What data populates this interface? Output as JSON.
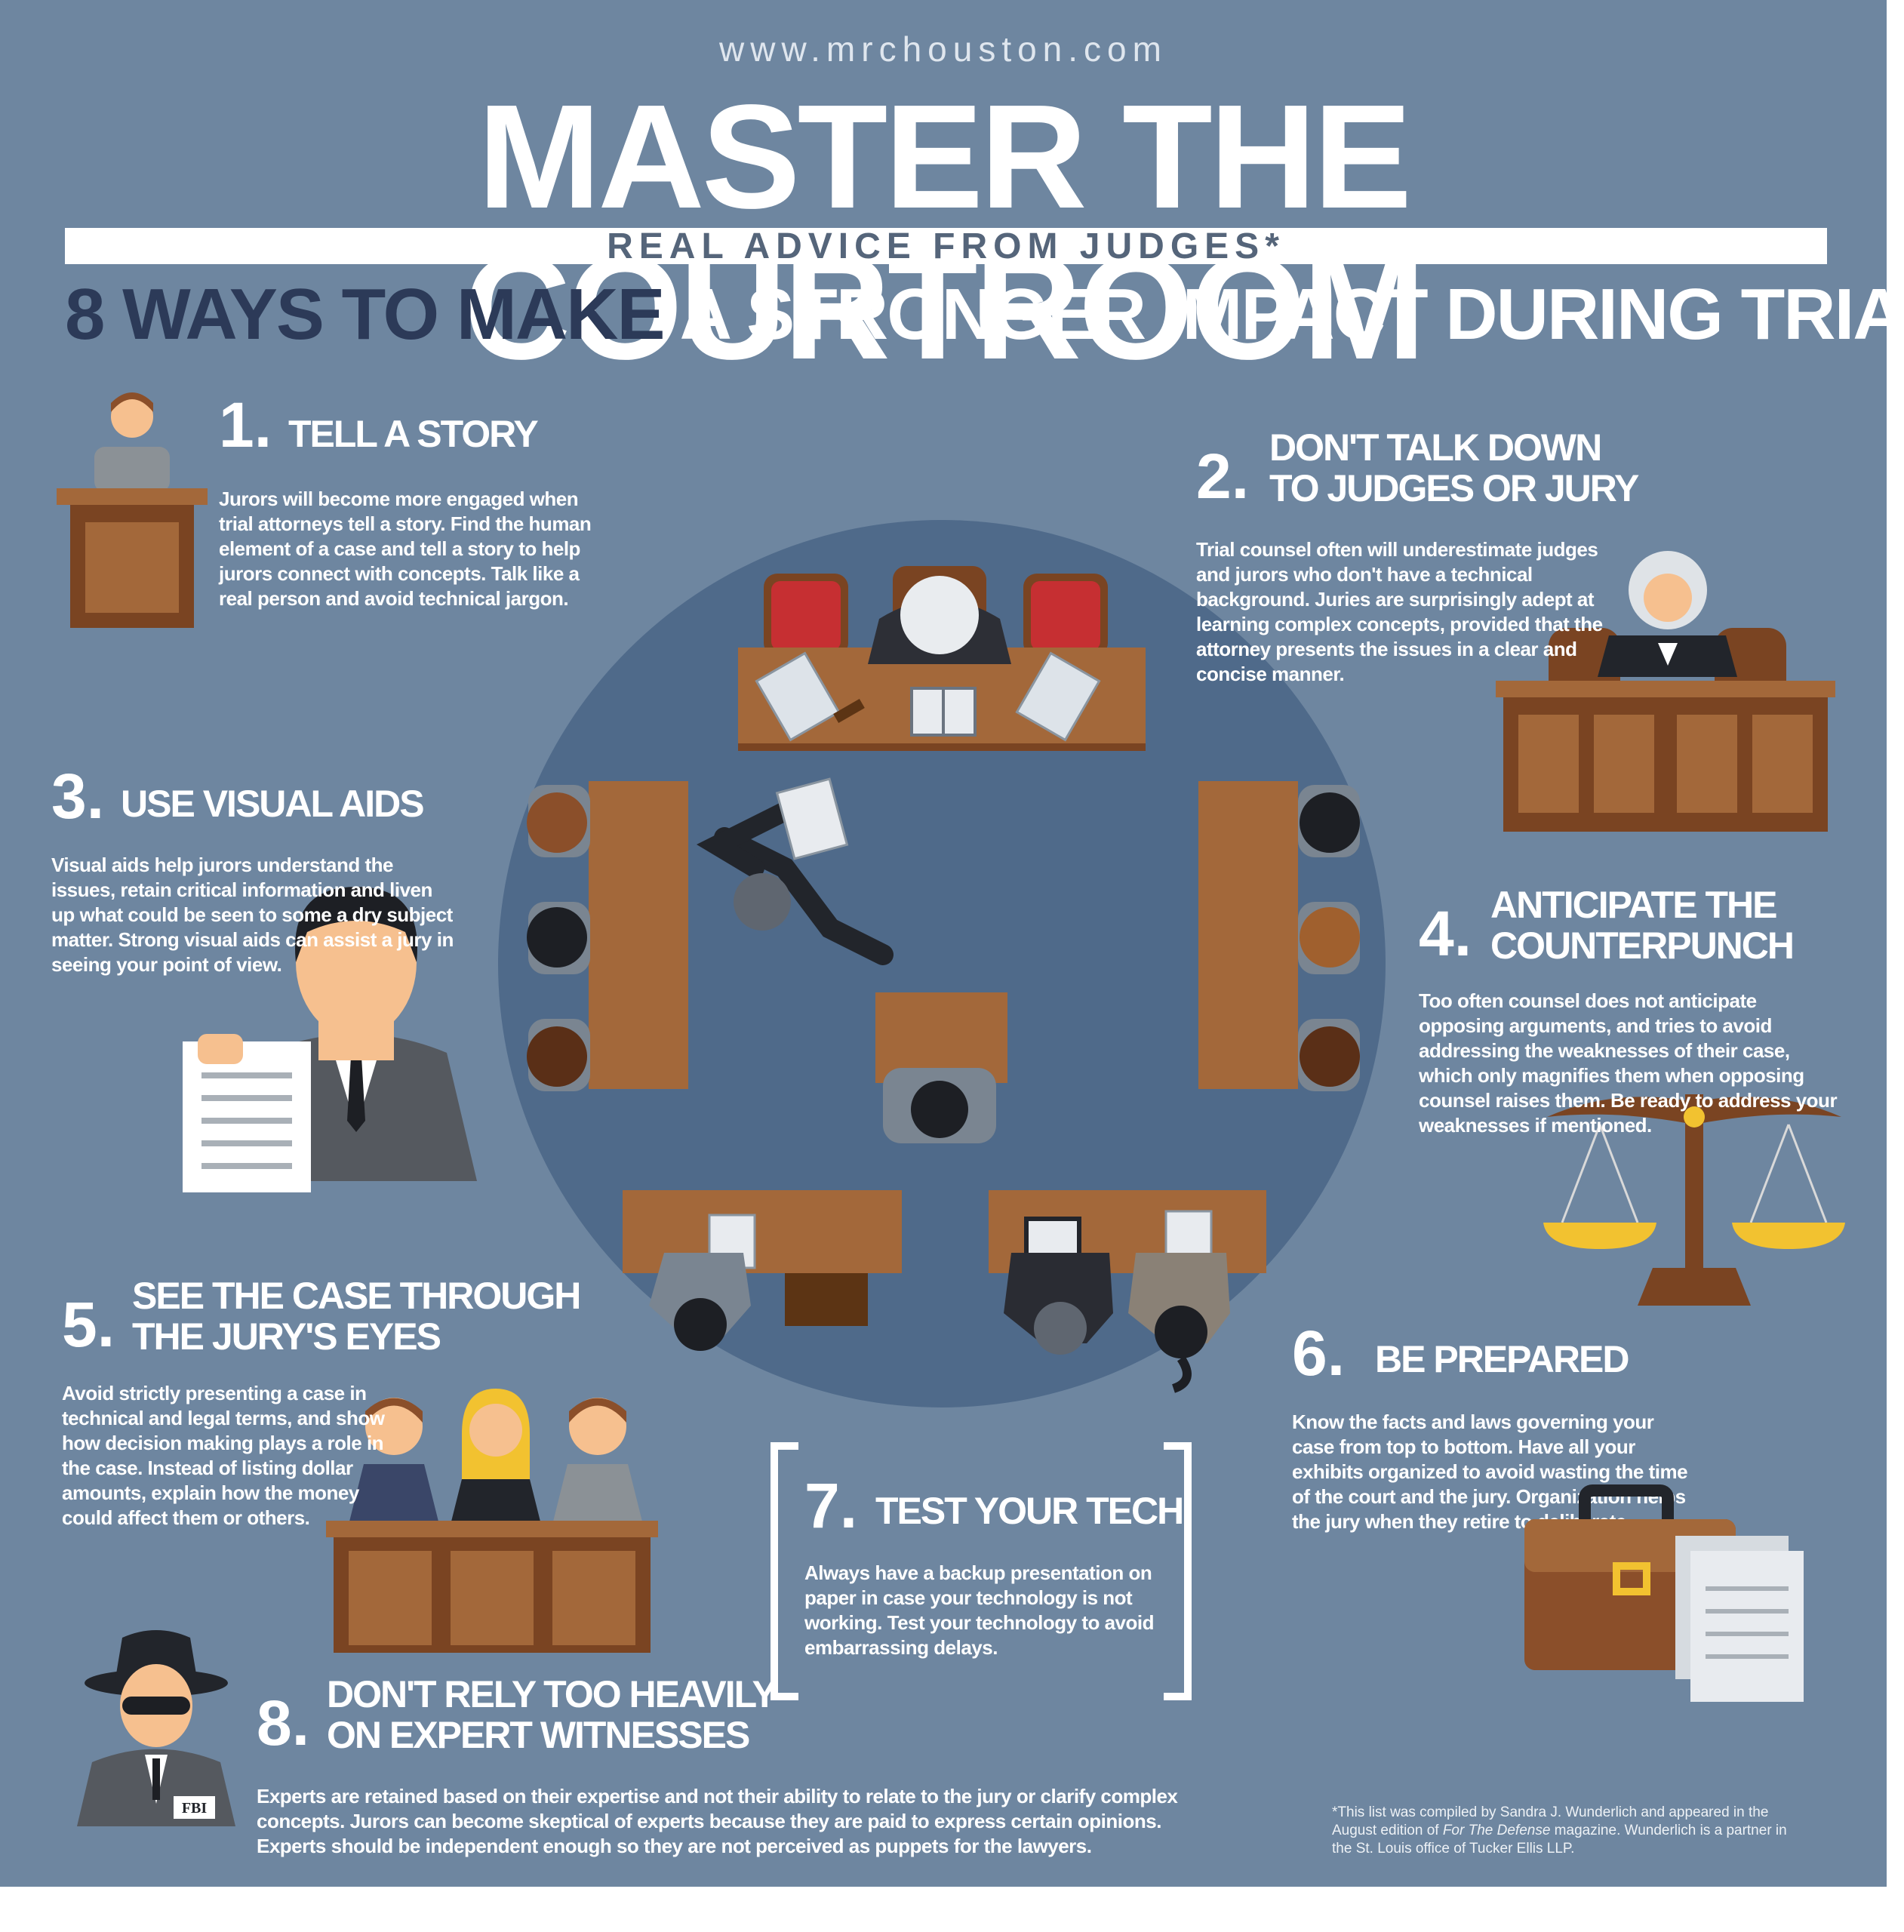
{
  "header": {
    "website": "www.mrchouston.com",
    "title": "MASTER THE COURTROOM",
    "subtitle": "REAL ADVICE FROM JUDGES*",
    "tagline_dark": "8 WAYS TO MAKE",
    "tagline_light": "A STRONGER IMPACT DURING TRIAL"
  },
  "tips": [
    {
      "number": "1.",
      "title": "TELL A STORY",
      "body": "Jurors will become more engaged when trial attorneys tell a story. Find the human element of a case and tell a story to help jurors connect with concepts. Talk like a real person and avoid technical jargon."
    },
    {
      "number": "2.",
      "title_line1": "DON'T TALK DOWN",
      "title_line2": "TO JUDGES OR JURY",
      "body": "Trial counsel often will underestimate judges and jurors who don't have a technical background. Juries are surprisingly adept at learning complex concepts, provided that the attorney presents the issues in a clear and concise manner."
    },
    {
      "number": "3.",
      "title": "USE VISUAL AIDS",
      "body": "Visual aids help jurors understand the issues, retain critical information and liven up what could be seen to some a dry subject matter. Strong visual aids can assist a jury in seeing your point of view."
    },
    {
      "number": "4.",
      "title_line1": "ANTICIPATE THE",
      "title_line2": "COUNTERPUNCH",
      "body": "Too often counsel does not anticipate opposing arguments, and tries to avoid addressing the weaknesses of their case, which only magnifies them when opposing counsel raises them. Be ready to address your weaknesses if mentioned."
    },
    {
      "number": "5.",
      "title_line1": "SEE THE CASE THROUGH",
      "title_line2": "THE JURY'S EYES",
      "body": "Avoid strictly presenting a case in technical and legal terms, and show how decision making plays a role in the case. Instead of listing dollar amounts, explain how the money could affect them or others."
    },
    {
      "number": "6.",
      "title": "BE PREPARED",
      "body": "Know the facts and laws governing your case from top to bottom. Have all your exhibits organized to avoid wasting the time of the court and the jury. Organization helps the jury when they retire to deliberate."
    },
    {
      "number": "7.",
      "title": "TEST YOUR TECH",
      "body": "Always have a backup presentation on paper in case your technology is not working. Test your technology to avoid embarrassing delays."
    },
    {
      "number": "8.",
      "title_line1": "DON'T RELY TOO HEAVILY",
      "title_line2": "ON EXPERT WITNESSES",
      "body": "Experts are retained based on their expertise and not their ability to relate to the jury or clarify complex concepts. Jurors can become skeptical of experts because they are paid to express certain opinions. Experts should be independent enough so they are not perceived as puppets for the lawyers."
    }
  ],
  "footnote": {
    "before": "*This list was compiled by Sandra J. Wunderlich and appeared in the August edition of ",
    "magazine": "For The Defense",
    "after": " magazine. Wunderlich is a partner in the St. Louis office of Tucker Ellis LLP."
  },
  "badges": {
    "fbi": "FBI"
  },
  "colors": {
    "background": "#6e86a0",
    "circle": "#4f6a8a",
    "navy_text": "#2c3a58",
    "wood": "#a3683a",
    "wood_dark": "#7a4422",
    "seat_red": "#c62f32",
    "skin": "#f6c08f",
    "gold": "#f2c230"
  },
  "icons": [
    "podium-icon",
    "judge-icon",
    "lawyer-with-document-icon",
    "scales-of-justice-icon",
    "jury-box-icon",
    "briefcase-icon",
    "fbi-agent-icon",
    "courtroom-top-view-icon"
  ]
}
